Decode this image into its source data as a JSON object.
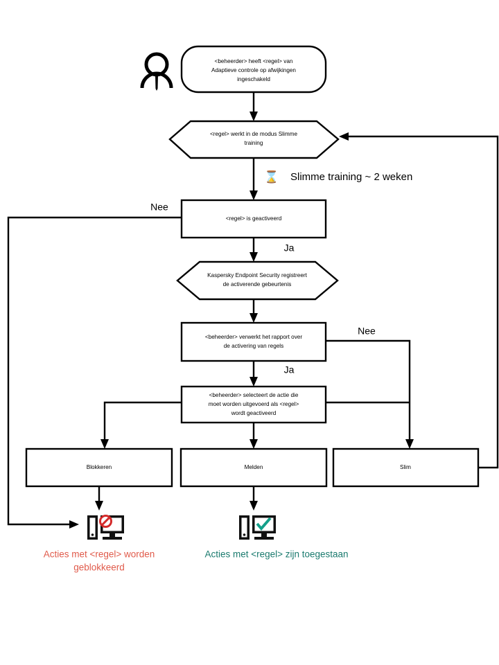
{
  "diagram": {
    "title": "Adaptieve controle op afwijkingen - Slimme training workflow",
    "colors": {
      "stroke": "#000000",
      "fill": "#ffffff",
      "blocked": "#e05a4a",
      "allowed": "#1a7a6e",
      "deny_mark": "#d42a2a",
      "check_mark": "#14a08a"
    },
    "actor": {
      "icon": "person-icon"
    },
    "nodes": {
      "start": {
        "shape": "rounded",
        "lines": [
          "<beheerder> heeft <regel> van",
          "Adaptieve controle op afwijkingen",
          "ingeschakeld"
        ]
      },
      "smart_training_mode": {
        "shape": "hexagon",
        "lines": [
          "<regel> werkt in de modus Slimme",
          "training"
        ]
      },
      "rule_triggered": {
        "shape": "rect",
        "lines": [
          "<regel> is geactiveerd"
        ]
      },
      "kes_registers": {
        "shape": "hexagon",
        "lines": [
          "Kaspersky Endpoint Security registreert",
          "de activerende gebeurtenis"
        ]
      },
      "admin_processes_report": {
        "shape": "rect",
        "lines": [
          "<beheerder> verwerkt het rapport over",
          "de activering van regels"
        ]
      },
      "admin_selects_action": {
        "shape": "rect",
        "lines": [
          "<beheerder> selecteert de actie die",
          "moet  worden uitgevoerd als <regel>",
          "wordt geactiveerd"
        ]
      },
      "action_block": {
        "shape": "rect",
        "lines": [
          "Blokkeren"
        ]
      },
      "action_notify": {
        "shape": "rect",
        "lines": [
          "Melden"
        ]
      },
      "action_smart": {
        "shape": "rect",
        "lines": [
          "Slim"
        ]
      }
    },
    "annotations": {
      "training_duration": "Slimme training ~ 2 weken",
      "hourglass_icon": "hourglass-icon"
    },
    "edge_labels": {
      "triggered_no": "Nee",
      "triggered_yes": "Ja",
      "report_no": "Nee",
      "report_yes": "Ja"
    },
    "outcomes": {
      "blocked": {
        "icon": "monitor-blocked-icon",
        "lines": [
          "Acties met <regel> worden",
          "geblokkeerd"
        ]
      },
      "allowed": {
        "icon": "monitor-allowed-icon",
        "lines": [
          "Acties met <regel> zijn toegestaan"
        ]
      }
    }
  }
}
